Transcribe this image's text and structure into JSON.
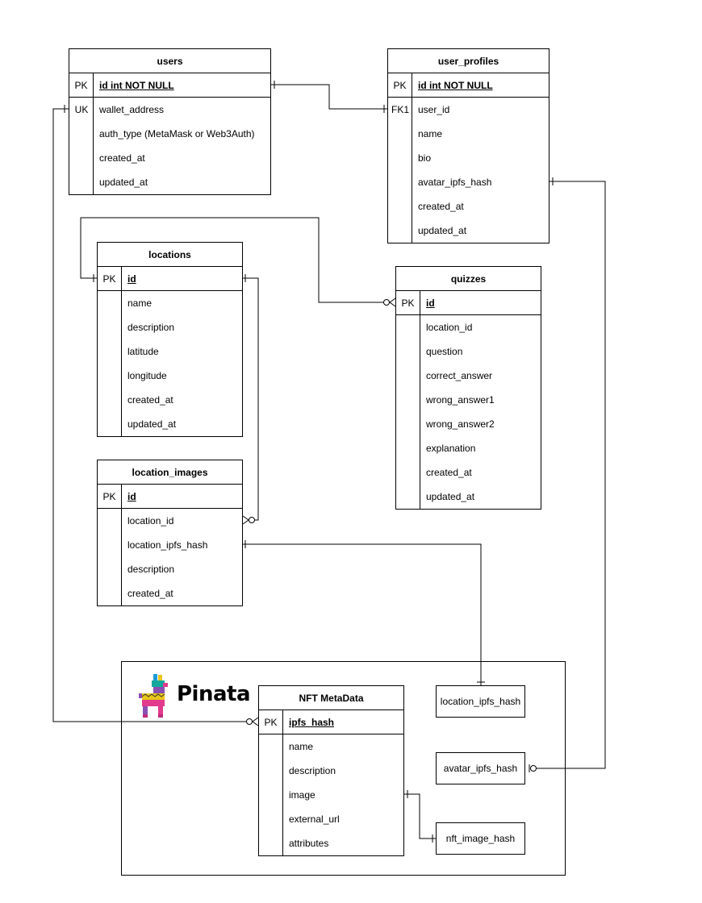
{
  "tables": {
    "users": {
      "title": "users",
      "pk": {
        "key": "PK",
        "field": "id int NOT NULL"
      },
      "rows": [
        {
          "key": "UK",
          "field": "wallet_address"
        },
        {
          "key": "",
          "field": "auth_type (MetaMask or Web3Auth)"
        },
        {
          "key": "",
          "field": "created_at"
        },
        {
          "key": "",
          "field": "updated_at"
        }
      ]
    },
    "user_profiles": {
      "title": "user_profiles",
      "pk": {
        "key": "PK",
        "field": "id int NOT NULL"
      },
      "rows": [
        {
          "key": "FK1",
          "field": "user_id"
        },
        {
          "key": "",
          "field": "name"
        },
        {
          "key": "",
          "field": "bio"
        },
        {
          "key": "",
          "field": "avatar_ipfs_hash"
        },
        {
          "key": "",
          "field": "created_at"
        },
        {
          "key": "",
          "field": "updated_at"
        }
      ]
    },
    "locations": {
      "title": "locations",
      "pk": {
        "key": "PK",
        "field": "id"
      },
      "rows": [
        {
          "key": "",
          "field": "name"
        },
        {
          "key": "",
          "field": "description"
        },
        {
          "key": "",
          "field": "latitude"
        },
        {
          "key": "",
          "field": "longitude"
        },
        {
          "key": "",
          "field": "created_at"
        },
        {
          "key": "",
          "field": "updated_at"
        }
      ]
    },
    "quizzes": {
      "title": "quizzes",
      "pk": {
        "key": "PK",
        "field": "id"
      },
      "rows": [
        {
          "key": "",
          "field": "location_id"
        },
        {
          "key": "",
          "field": "question"
        },
        {
          "key": "",
          "field": "correct_answer"
        },
        {
          "key": "",
          "field": "wrong_answer1"
        },
        {
          "key": "",
          "field": "wrong_answer2"
        },
        {
          "key": "",
          "field": "explanation"
        },
        {
          "key": "",
          "field": "created_at"
        },
        {
          "key": "",
          "field": "updated_at"
        }
      ]
    },
    "location_images": {
      "title": "location_images",
      "pk": {
        "key": "PK",
        "field": "id"
      },
      "rows": [
        {
          "key": "",
          "field": "location_id"
        },
        {
          "key": "",
          "field": "location_ipfs_hash"
        },
        {
          "key": "",
          "field": "description"
        },
        {
          "key": "",
          "field": "created_at"
        }
      ]
    },
    "nft_metadata": {
      "title": "NFT MetaData",
      "pk": {
        "key": "PK",
        "field": "ipfs_hash"
      },
      "rows": [
        {
          "key": "",
          "field": "name"
        },
        {
          "key": "",
          "field": "description"
        },
        {
          "key": "",
          "field": "image"
        },
        {
          "key": "",
          "field": "external_url"
        },
        {
          "key": "",
          "field": "attributes"
        }
      ]
    }
  },
  "pinata": {
    "logo_text": "Pinata",
    "boxes": {
      "location_ipfs_hash": "location_ipfs_hash",
      "avatar_ipfs_hash": "avatar_ipfs_hash",
      "nft_image_hash": "nft_image_hash"
    }
  }
}
